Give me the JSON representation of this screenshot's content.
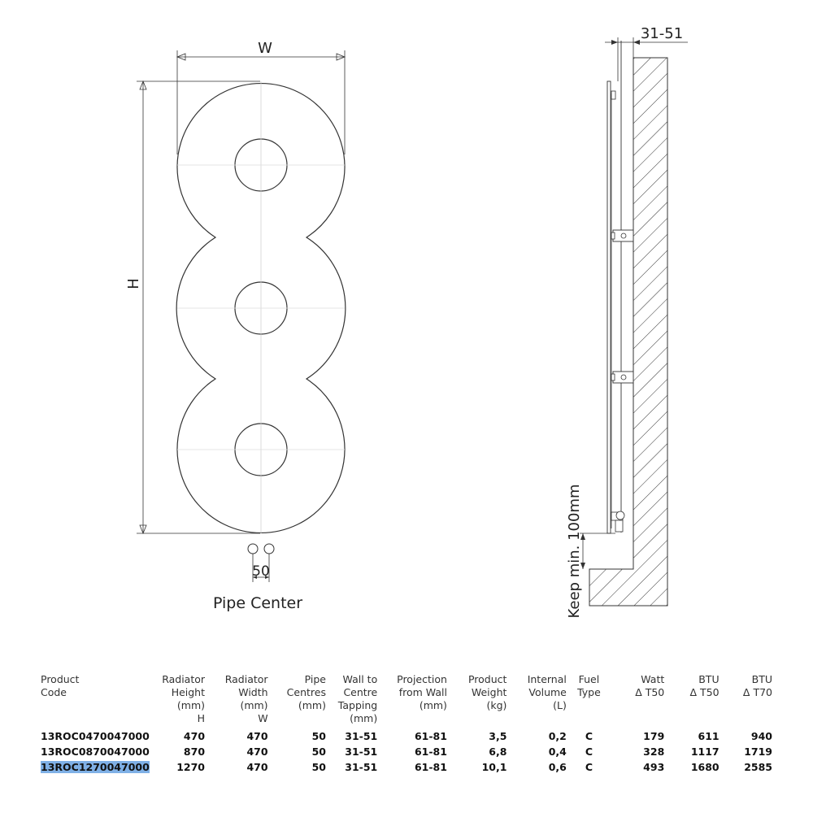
{
  "front_view": {
    "width_label": "W",
    "height_label": "H",
    "pipe_centres_label": "50",
    "pipe_center_caption": "Pipe Center"
  },
  "side_view": {
    "wall_gap_label": "31-51",
    "floor_clearance_label": "Keep min. 100mm"
  },
  "table": {
    "headers": [
      "Product\nCode",
      "Radiator\nHeight\n(mm)\nH",
      "Radiator\nWidth\n(mm)\nW",
      "Pipe\nCentres\n(mm)",
      "Wall to\nCentre\nTapping\n(mm)",
      "Projection\nfrom Wall\n(mm)",
      "Product\nWeight\n(kg)",
      "Internal\nVolume\n(L)",
      "Fuel\nType",
      "Watt\nΔ T50",
      "BTU\nΔ T50",
      "BTU\nΔ T70"
    ],
    "rows": [
      [
        "13ROC0470047000",
        "470",
        "470",
        "50",
        "31-51",
        "61-81",
        "3,5",
        "0,2",
        "C",
        "179",
        "611",
        "940"
      ],
      [
        "13ROC0870047000",
        "870",
        "470",
        "50",
        "31-51",
        "61-81",
        "6,8",
        "0,4",
        "C",
        "328",
        "1117",
        "1719"
      ],
      [
        "13ROC1270047000",
        "1270",
        "470",
        "50",
        "31-51",
        "61-81",
        "10,1",
        "0,6",
        "C",
        "493",
        "1680",
        "2585"
      ]
    ],
    "highlighted_row": 2,
    "highlight_color": "#7fb0e6"
  }
}
